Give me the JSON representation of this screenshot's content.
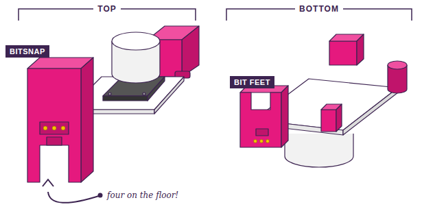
{
  "diagram": {
    "nodes": [
      {
        "text": [
          "BITSNAP"
        ]
      },
      {
        "text": [
          "BIT FEET"
        ]
      }
    ],
    "labels": [
      "TOP",
      "BOTTOM",
      "four on the floor!"
    ]
  }
}
